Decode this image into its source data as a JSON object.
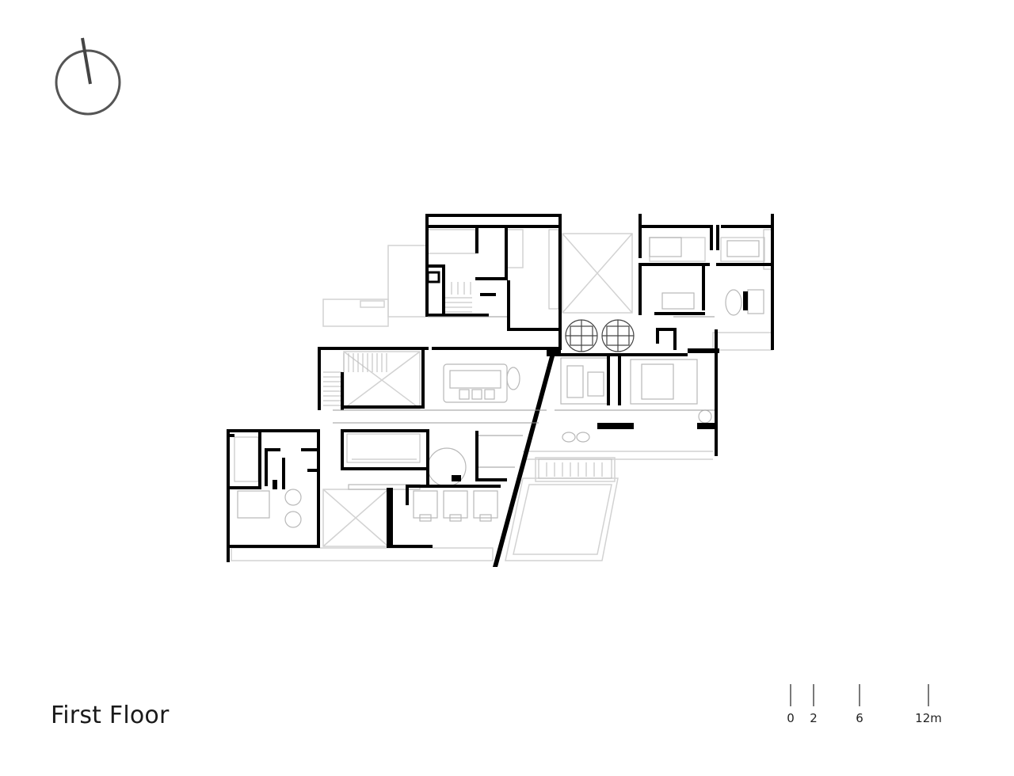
{
  "drawing": {
    "title": "First Floor"
  },
  "scale_bar": {
    "ticks": [
      {
        "label": "0",
        "value": 0
      },
      {
        "label": "2",
        "value": 2
      },
      {
        "label": "6",
        "value": 6
      },
      {
        "label": "12m",
        "value": 12
      }
    ]
  },
  "north_arrow": {
    "icon": "north-arrow-icon"
  },
  "colors": {
    "wall": "#000000",
    "furniture": "#bdbdbd",
    "outline": "#cfcfcf",
    "text": "#1a1a1a"
  }
}
